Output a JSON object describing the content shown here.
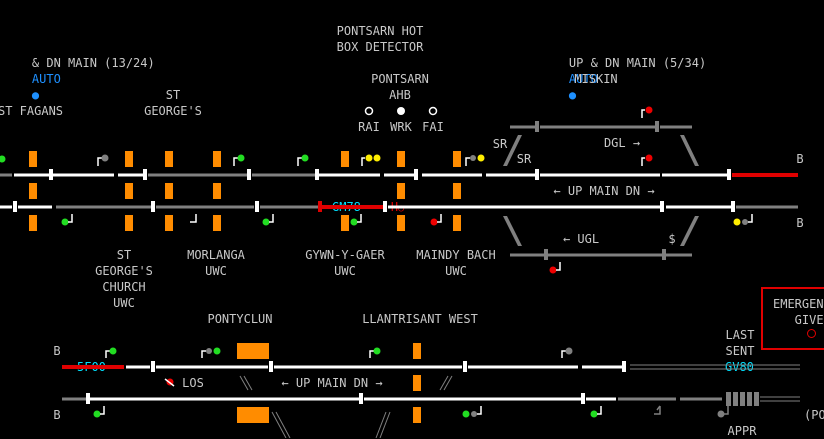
{
  "header": {
    "left_main": "& DN MAIN (13/24)",
    "left_auto": "AUTO",
    "right_main": "UP & DN MAIN (5/34)",
    "right_auto": "AUTO",
    "hot_box": "PONTSARN HOT\nBOX DETECTOR"
  },
  "locations": {
    "st_fagans": "ST FAGANS",
    "st_georges": "ST\nGEORGE'S",
    "pontsarn_ahb": "PONTSARN\nAHB",
    "miskin": "MISKIN",
    "st_georges_church": "ST\nGEORGE'S\nCHURCH\nUWC",
    "morlanga": "MORLANGA\nUWC",
    "gwyn_y_gaer": "GYWN-Y-GAER\nUWC",
    "maindy_bach": "MAINDY BACH\nUWC",
    "pontyclun": "PONTYCLUN",
    "llantrisant_west": "LLANTRISANT WEST"
  },
  "indicators": {
    "rai": "RAI",
    "wrk": "WRK",
    "fai": "FAI"
  },
  "track_labels": {
    "sr_left": "SR",
    "sr_right": "SR",
    "dgl": "DGL →",
    "up_main_dn": "← UP MAIN DN →",
    "ugl": "← UGL",
    "dollar": "$",
    "b_top1": "B",
    "b_top2": "B",
    "b_bot1": "B",
    "b_bot2": "B",
    "h_marker": "H",
    "los": "LOS",
    "up_main_dn_low": "← UP MAIN DN →",
    "appr": "APPR",
    "po": "(PO"
  },
  "headcodes": {
    "gm78": "GM78",
    "5f00": "5F00",
    "gv80": "GV80"
  },
  "last_sent": "LAST\nSENT",
  "emergency": {
    "text": "EMERGEN\n   GIVE"
  },
  "colors": {
    "track_white": "#ffffff",
    "track_grey": "#808080",
    "track_red": "#e00000",
    "level_crossing": "#ff8c00",
    "signal_green": "#22dd22",
    "signal_yellow": "#ffee00",
    "signal_red": "#ee0000",
    "text_cyan": "#00e0ff"
  }
}
